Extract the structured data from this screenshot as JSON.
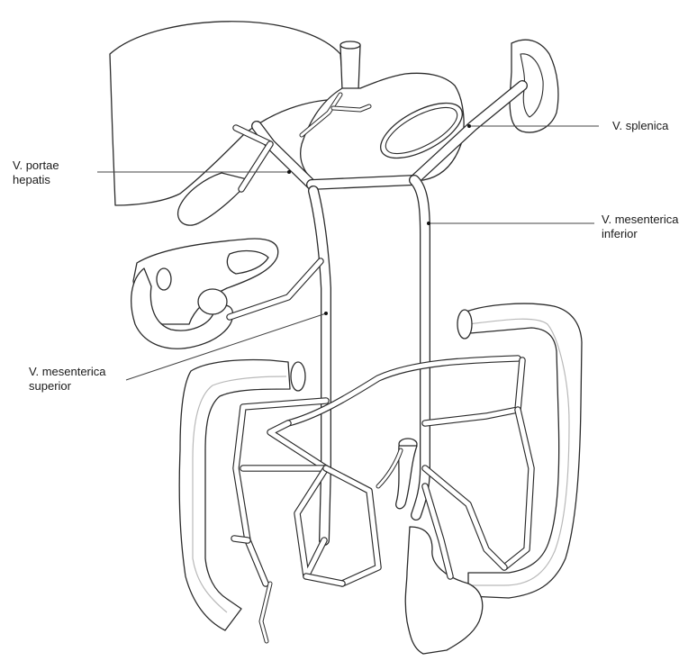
{
  "labels": {
    "splenica": {
      "lines": [
        "V. splenica"
      ]
    },
    "portae": {
      "lines": [
        "V. portae",
        "hepatis"
      ]
    },
    "mes_inf": {
      "lines": [
        "V. mesenterica",
        "inferior"
      ]
    },
    "mes_sup": {
      "lines": [
        "V. mesenterica",
        "superior"
      ]
    }
  },
  "colors": {
    "line": "#2b2b2b",
    "background": "#ffffff",
    "colon_inner_line": "#b9b9b9"
  }
}
